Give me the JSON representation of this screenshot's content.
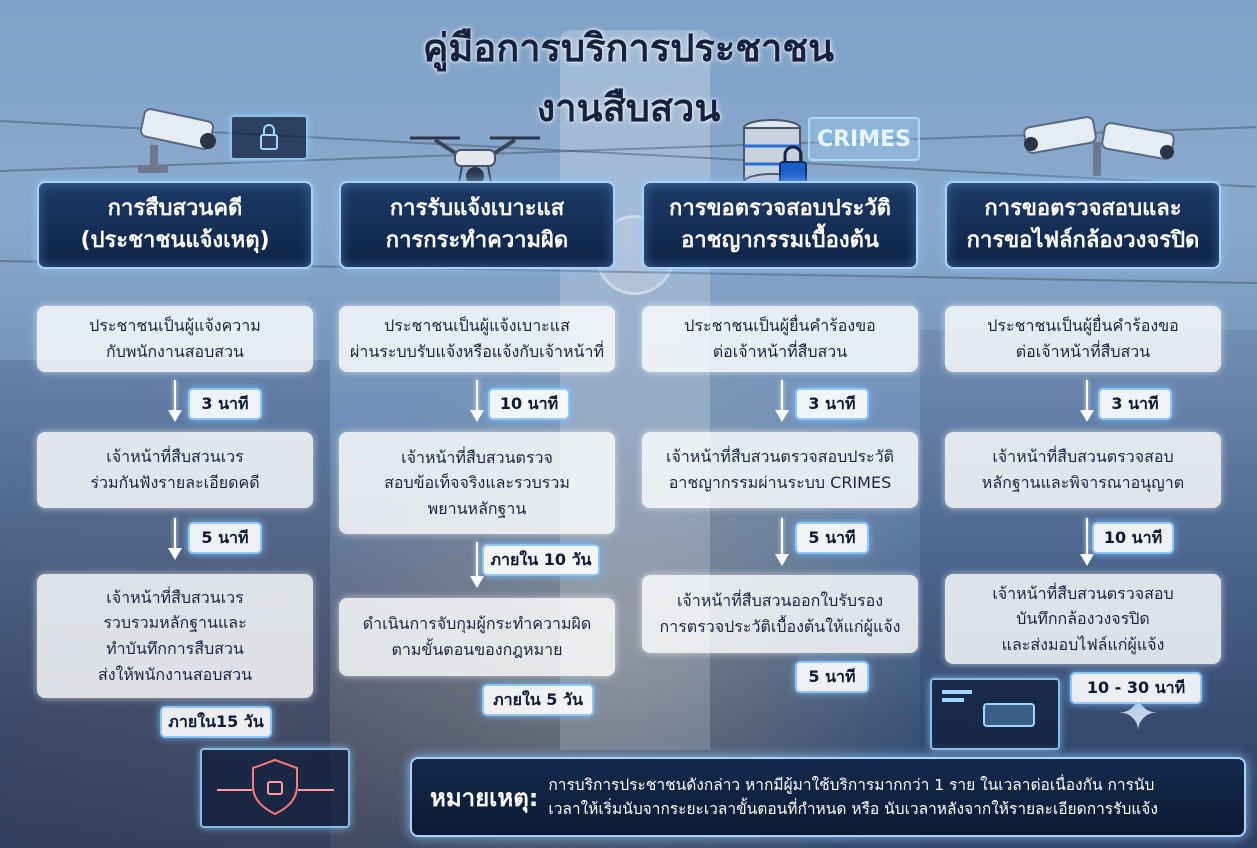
{
  "title": {
    "line1": "คู่มือการบริการประชาชน",
    "line2": "งานสืบสวน"
  },
  "crimes_tag": "CRIMES",
  "columns": [
    {
      "header": [
        "การสืบสวนคดี",
        "(ประชาชนแจ้งเหตุ)"
      ],
      "icon": "cctv-camera-icon",
      "steps": [
        [
          "ประชาชนเป็นผู้แจ้งความ",
          "กับพนักงานสอบสวน"
        ],
        [
          "เจ้าหน้าที่สืบสวนเวร",
          "ร่วมกันฟังรายละเอียดคดี"
        ],
        [
          "เจ้าหน้าที่สืบสวนเวร",
          "รวบรวมหลักฐานและ",
          "ทำบันทึกการสืบสวน",
          "ส่งให้พนักงานสอบสวน"
        ]
      ],
      "times": [
        "3 นาที",
        "5 นาที",
        "ภายใน15 วัน"
      ]
    },
    {
      "header": [
        "การรับแจ้งเบาะแส",
        "การกระทำความผิด"
      ],
      "icon": "drone-icon",
      "steps": [
        [
          "ประชาชนเป็นผู้แจ้งเบาะแส",
          "ผ่านระบบรับแจ้งหรือแจ้งกับเจ้าหน้าที่"
        ],
        [
          "เจ้าหน้าที่สืบสวนตรวจ",
          "สอบข้อเท็จจริงและรวบรวม",
          "พยานหลักฐาน"
        ],
        [
          "ดำเนินการจับกุมผู้กระทำความผิด",
          "ตามขั้นตอนของกฎหมาย"
        ]
      ],
      "times": [
        "10 นาที",
        "ภายใน 10 วัน",
        "ภายใน 5 วัน"
      ]
    },
    {
      "header": [
        "การขอตรวจสอบประวัติ",
        "อาชญากรรมเบื้องต้น"
      ],
      "icon": "database-lock-icon",
      "steps": [
        [
          "ประชาชนเป็นผู้ยื่นคำร้องขอ",
          "ต่อเจ้าหน้าที่สืบสวน"
        ],
        [
          "เจ้าหน้าที่สืบสวนตรวจสอบประวัติ",
          "อาชญากรรมผ่านระบบ CRIMES"
        ],
        [
          "เจ้าหน้าที่สืบสวนออกใบรับรอง",
          "การตรวจประวัติเบื้องต้นให้แก่ผู้แจ้ง"
        ]
      ],
      "times": [
        "3 นาที",
        "5 นาที",
        "5 นาที"
      ]
    },
    {
      "header": [
        "การขอตรวจสอบและ",
        "การขอไฟล์กล้องวงจรปิด"
      ],
      "icon": "dual-cctv-icon",
      "steps": [
        [
          "ประชาชนเป็นผู้ยื่นคำร้องขอ",
          "ต่อเจ้าหน้าที่สืบสวน"
        ],
        [
          "เจ้าหน้าที่สืบสวนตรวจสอบ",
          "หลักฐานและพิจารณาอนุญาต"
        ],
        [
          "เจ้าหน้าที่สืบสวนตรวจสอบ",
          "บันทึกกล้องวงจรปิด",
          "และส่งมอบไฟล์แก่ผู้แจ้ง"
        ]
      ],
      "times": [
        "3 นาที",
        "10 นาที",
        "10 - 30 นาที"
      ]
    }
  ],
  "note": {
    "label": "หมายเหตุ:",
    "line1": "การบริการประชาชนดังกล่าว หากมีผู้มาใช้บริการมากกว่า 1 ราย ในเวลาต่อเนื่องกัน การนับ",
    "line2": "เวลาให้เริ่มนับจากระยะเวลาขั้นตอนที่กำหนด หรือ นับเวลาหลังจากให้รายละเอียดการรับแจ้ง"
  },
  "colors": {
    "header_bg": "#0f2447",
    "header_border": "#a9d2f5",
    "title_text": "#16213f",
    "box_text": "#1a2440"
  }
}
